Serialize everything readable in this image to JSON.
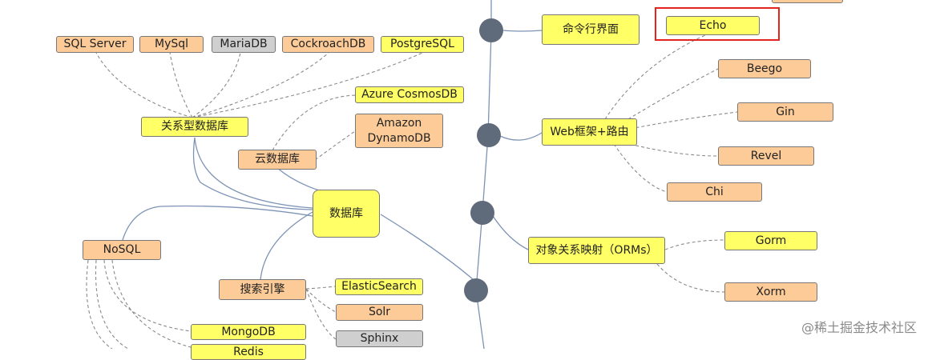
{
  "center": "数据库",
  "relational": {
    "label": "关系型数据库",
    "items": [
      "SQL Server",
      "MySql",
      "MariaDB",
      "CockroachDB",
      "PostgreSQL"
    ]
  },
  "cloud": {
    "label": "云数据库",
    "items": [
      "Azure CosmosDB",
      "Amazon\nDynamoDB"
    ]
  },
  "nosql": {
    "label": "NoSQL",
    "items": [
      "MongoDB",
      "Redis"
    ]
  },
  "search": {
    "label": "搜索引擎",
    "items": [
      "ElasticSearch",
      "Solr",
      "Sphinx"
    ]
  },
  "cli": {
    "label": "命令行界面"
  },
  "web": {
    "label": "Web框架+路由",
    "items": [
      "Echo",
      "Beego",
      "Gin",
      "Revel",
      "Chi"
    ]
  },
  "orm": {
    "label": "对象关系映射（ORMs）",
    "items": [
      "Gorm",
      "Xorm"
    ]
  },
  "watermark": "@稀土掘金技术社区",
  "colors": {
    "yellow": "#ffff66",
    "orange": "#fdcb98",
    "gray": "#cfcfcf",
    "trunk": "#5f6b7a",
    "highlight": "#e4231e"
  }
}
